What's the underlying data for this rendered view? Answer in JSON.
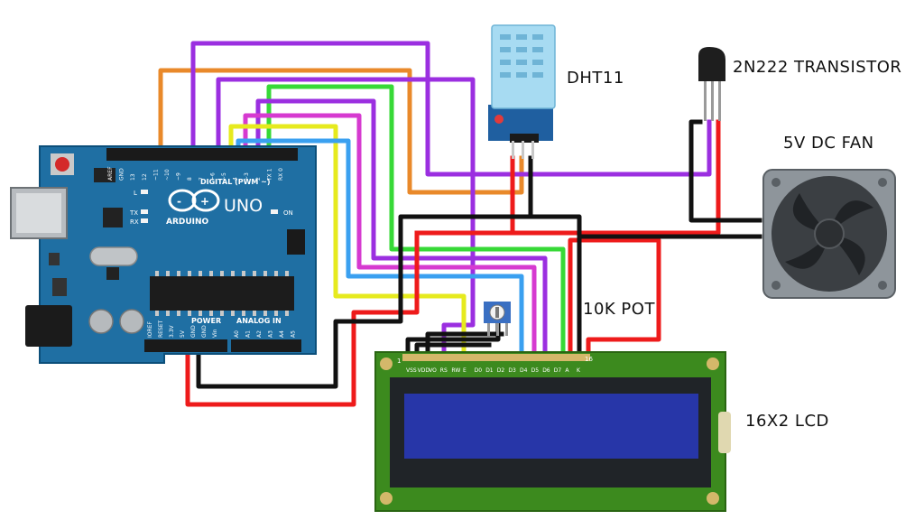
{
  "labels": {
    "dht": "DHT11",
    "transistor": "2N222 TRANSISTOR",
    "fan": "5V DC FAN",
    "pot": "10K POT",
    "lcd": "16X2 LCD"
  },
  "arduino": {
    "logo_text": "ARDUINO",
    "model": "UNO",
    "digital_header": "DIGITAL (PWM ~)",
    "power_header": "POWER",
    "analog_header": "ANALOG IN",
    "on_label": "ON",
    "tx_label": "TX",
    "rx_label": "RX",
    "l_label": "L",
    "digital_pins": [
      "AREF",
      "GND",
      "13",
      "12",
      "~11",
      "~10",
      "~9",
      "8",
      "7",
      "~6",
      "~5",
      "4",
      "~3",
      "2",
      "TX 1",
      "RX 0"
    ],
    "power_pins": [
      "IOREF",
      "RESET",
      "3.3V",
      "5V",
      "GND",
      "GND",
      "Vin"
    ],
    "analog_pins": [
      "A0",
      "A1",
      "A2",
      "A3",
      "A4",
      "A5"
    ]
  },
  "lcd": {
    "pin_labels": [
      "VSS",
      "VDD",
      "VO",
      "RS",
      "RW",
      "E",
      "D0",
      "D1",
      "D2",
      "D3",
      "D4",
      "D5",
      "D6",
      "D7",
      "A",
      "K"
    ],
    "pin_first": "1",
    "pin_last": "16"
  },
  "colors": {
    "pcb": "#1f6fa3",
    "lcd_pcb": "#3c8a1e",
    "lcd_screen": "#2736a8",
    "orange": "#e9892a",
    "purple": "#9b2fe0",
    "green": "#37d937",
    "magenta": "#d63ad0",
    "yellow": "#e6ea1e",
    "blue": "#3aa0f0",
    "red": "#ee1b1b",
    "black": "#111111"
  }
}
